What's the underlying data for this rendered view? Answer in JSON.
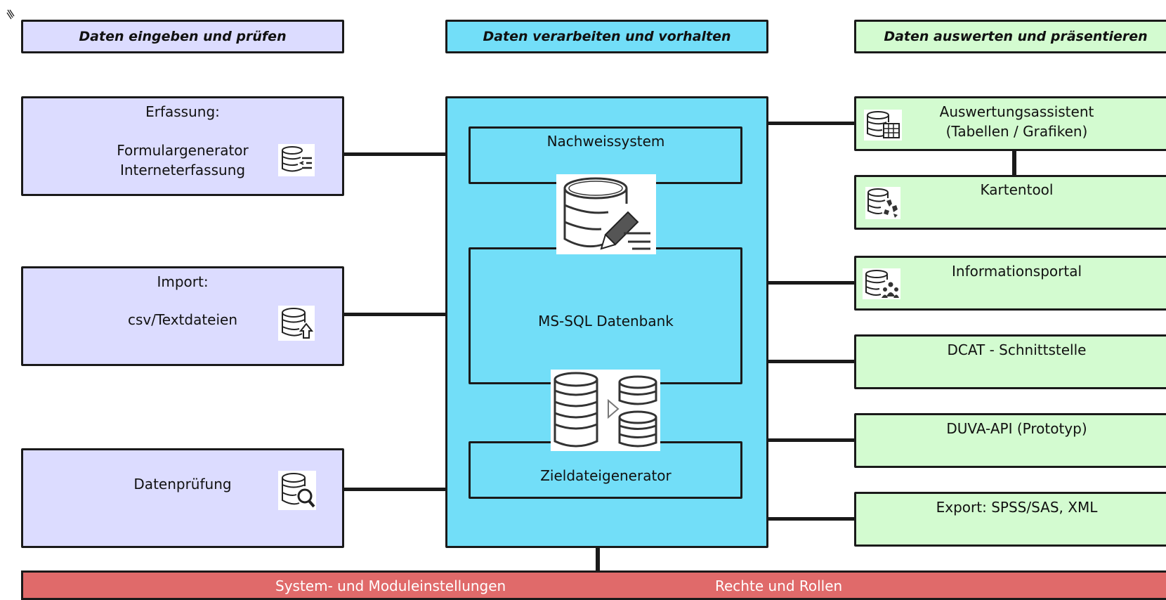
{
  "headers": {
    "left": "Daten eingeben und prüfen",
    "center": "Daten verarbeiten und vorhalten",
    "right": "Daten auswerten und präsentieren"
  },
  "left": {
    "erfassung_title": "Erfassung:",
    "erfassung_line1": "Formulargenerator",
    "erfassung_line2": "Interneterfassung",
    "import_title": "Import:",
    "import_line1": "csv/Textdateien",
    "pruefung": "Datenprüfung"
  },
  "center": {
    "nachweissystem": "Nachweissystem",
    "datenbank": "MS-SQL Datenbank",
    "zieldatei": "Zieldateigenerator"
  },
  "right": {
    "auswertung_line1": "Auswertungsassistent",
    "auswertung_line2": "(Tabellen / Grafiken)",
    "kartentool": "Kartentool",
    "portal": "Informationsportal",
    "dcat": "DCAT - Schnittstelle",
    "duva": "DUVA-API (Prototyp)",
    "export": "Export: SPSS/SAS, XML"
  },
  "footer": {
    "system": "System- und Moduleinstellungen",
    "rechte": "Rechte und Rollen"
  },
  "colors": {
    "lavender": "#dcdcff",
    "cyan": "#72def8",
    "green": "#d3fbd0",
    "red": "#e06a6a"
  },
  "icons": [
    "pencil-cursor-icon",
    "database-list-icon",
    "database-upload-icon",
    "database-search-icon",
    "database-edit-icon",
    "database-transfer-icon",
    "database-table-icon",
    "database-map-icon",
    "database-users-icon"
  ]
}
